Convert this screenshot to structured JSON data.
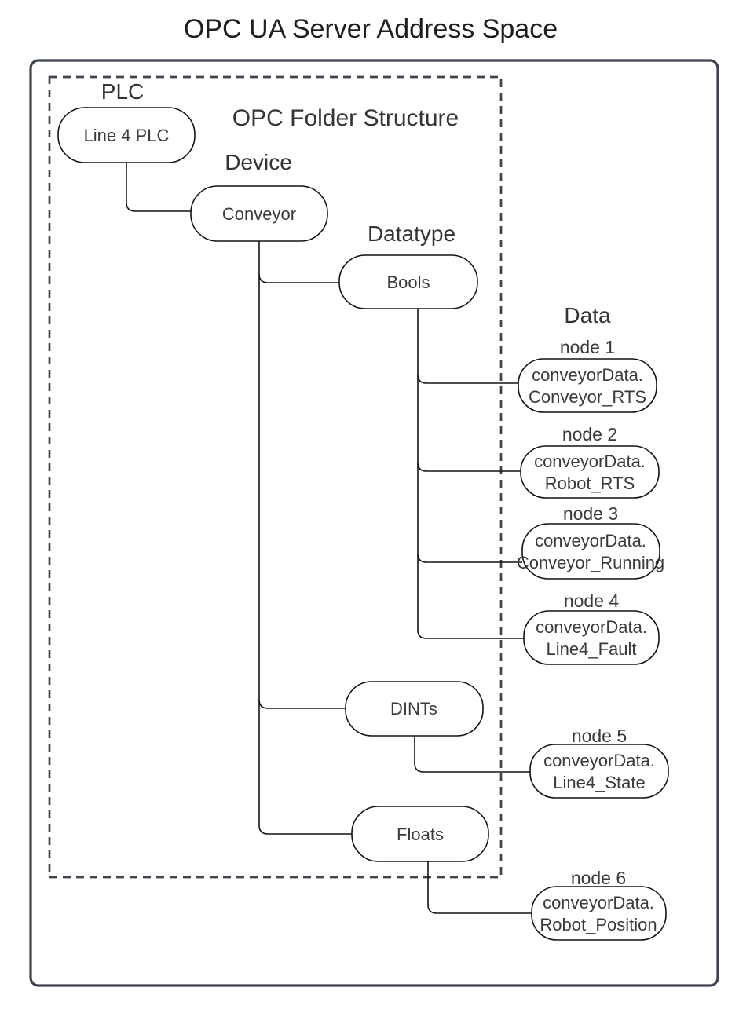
{
  "title": "OPC UA Server Address Space",
  "overlay_label": {
    "text": "OPC Folder Structure",
    "color": "#fb0b0b"
  },
  "level_labels": {
    "plc": "PLC",
    "device": "Device",
    "datatype": "Datatype",
    "data": "Data"
  },
  "folder_nodes": {
    "plc": {
      "label": "Line 4 PLC"
    },
    "device": {
      "label": "Conveyor"
    },
    "datatypes": [
      {
        "label": "Bools"
      },
      {
        "label": "DINTs"
      },
      {
        "label": "Floats"
      }
    ]
  },
  "data_nodes": [
    {
      "caption": "node 1",
      "line1": "conveyorData.",
      "line2": "Conveyor_RTS"
    },
    {
      "caption": "node 2",
      "line1": "conveyorData.",
      "line2": "Robot_RTS"
    },
    {
      "caption": "node 3",
      "line1": "conveyorData.",
      "line2": "Conveyor_Running"
    },
    {
      "caption": "node 4",
      "line1": "conveyorData.",
      "line2": "Line4_Fault"
    },
    {
      "caption": "node 5",
      "line1": "conveyorData.",
      "line2": "Line4_State"
    },
    {
      "caption": "node 6",
      "line1": "conveyorData.",
      "line2": "Robot_Position"
    }
  ],
  "colors": {
    "frame": "#3d444e",
    "node_stroke": "#141414",
    "accent_red": "#fb0b0b",
    "background": "#ffffff"
  }
}
